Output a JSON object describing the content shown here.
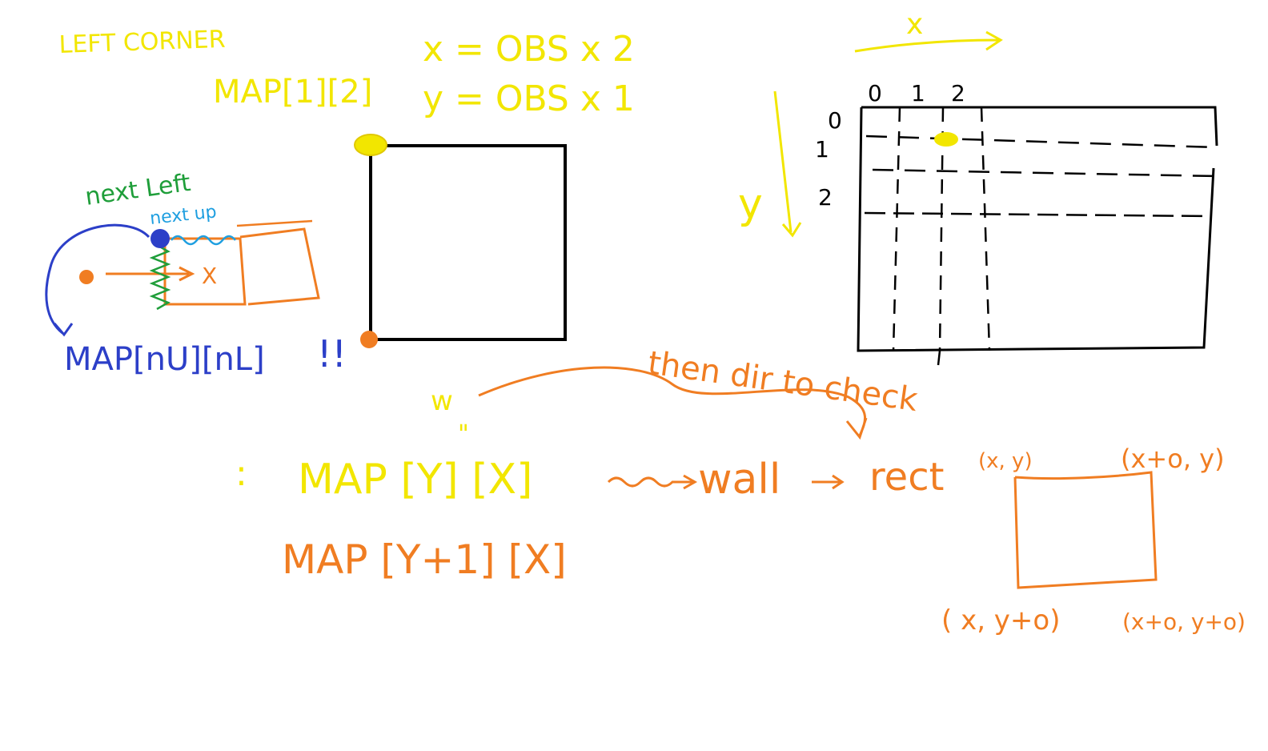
{
  "colors": {
    "yellow": "#f2e600",
    "orange": "#f07d22",
    "blue": "#2c3fc8",
    "green": "#1f9e3a",
    "cyan": "#1f9fe0",
    "black": "#000000"
  },
  "notes": {
    "left_corner": "LEFT CORNER",
    "map_example": "MAP[1][2]",
    "x_formula": "x = OBS x 2",
    "y_formula": "y = OBS x 1",
    "next_left": "next Left",
    "next_up": "next up",
    "x_marker": "X",
    "map_next": "MAP[nU][nL]",
    "exclaim": "!!",
    "w_label": "w",
    "quote_mark": "\"",
    "colon": ":",
    "map_yx": "MAP [Y] [X]",
    "wall": "wall",
    "rect": "rect",
    "map_y1x": "MAP [Y+1] [X]",
    "direction_note": "then dir to check"
  },
  "grid": {
    "x_axis": "x",
    "y_axis": "y",
    "col_labels": [
      "0",
      "1",
      "2"
    ],
    "row_labels": [
      "0",
      "1",
      "2"
    ]
  },
  "rect_corners": {
    "top_left": "(x, y)",
    "top_right": "(x+o, y)",
    "bottom_left": "( x, y+o)",
    "bottom_right": "(x+o, y+o)"
  }
}
